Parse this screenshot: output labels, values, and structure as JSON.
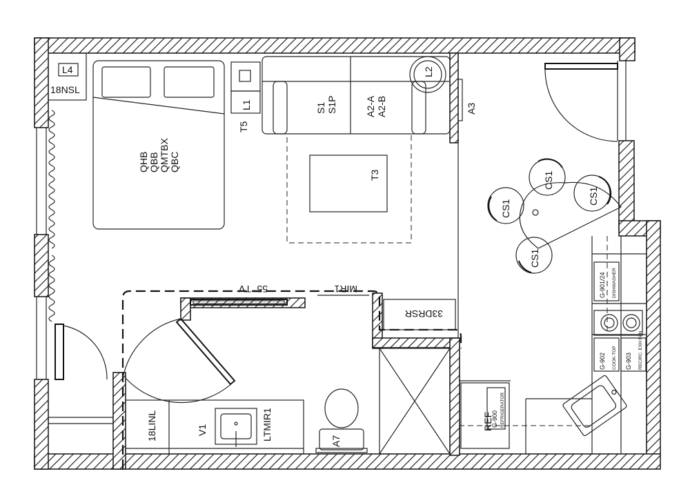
{
  "labels": {
    "l4": "L4",
    "nightstand": "18NSL",
    "l1": "L1",
    "t5": "T5",
    "l2": "L2",
    "a3": "A3",
    "s1": "S1",
    "s1p": "S1P",
    "a2a": "A2-A",
    "a2b": "A2-B",
    "qhb": "QHB",
    "qbb": "QBB",
    "qmtbx": "QMTBX",
    "qbc": "QBC",
    "t3": "T3",
    "cs1": "CS1",
    "tv": "55\" TV",
    "mir1": "MIR1",
    "dresser": "33DRSR",
    "linen": "18LINL",
    "v1": "V1",
    "ltmir1": "LTMIR1",
    "a7": "A7",
    "ref": "REF",
    "g900": "G-900",
    "refrigerator": "REFRIGERATOR",
    "g901": "G-901/24",
    "dishwasher": "DISHWASHER",
    "g902": "G-902",
    "cooktop": "COOK-TOP",
    "g903": "G-903",
    "hood": "RECIRC. EXH FAN"
  }
}
